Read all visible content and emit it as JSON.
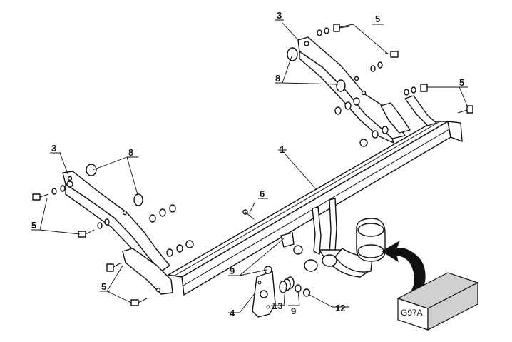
{
  "callouts": {
    "frame": "1",
    "bracket_top": "3",
    "bracket_left": "3",
    "bolts_top": "5",
    "bolts_top_right": "5",
    "bolts_left": "5",
    "bolts_bottom_left": "5",
    "washers_top": "8",
    "washers_left": "8",
    "small_bolt": "6",
    "hardware_left": "9",
    "hardware_right": "9",
    "socket_plate": "4",
    "spring": "13",
    "nut": "12"
  },
  "kit_box": {
    "code": "G97A"
  },
  "colors": {
    "line": "#111111",
    "paper": "#ffffff",
    "box_side": "#d0d0d0"
  }
}
